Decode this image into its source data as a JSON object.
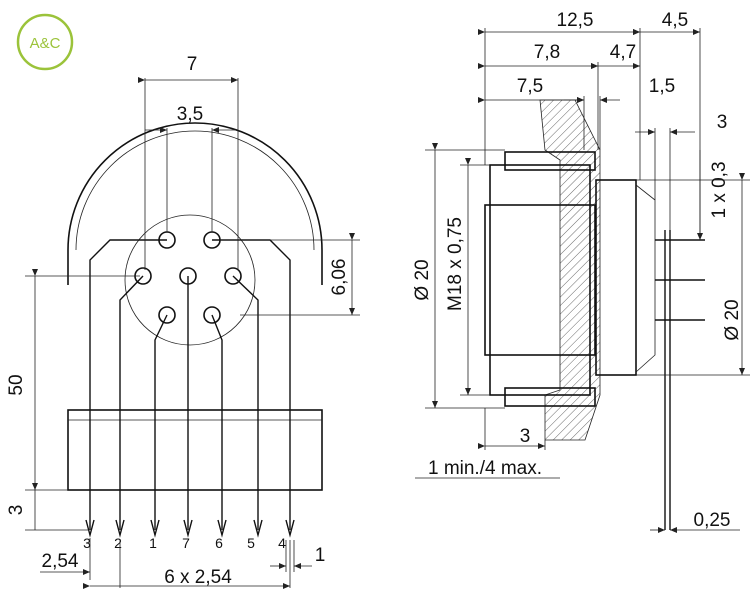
{
  "logo": {
    "text": "A&C",
    "color": "#9bc33a"
  },
  "front_view": {
    "dims": {
      "pitch_outer": "7",
      "pitch_inner": "3,5",
      "height_total": "50",
      "lead_length": "3",
      "edge_offset": "2,54",
      "row_pitch": "6 x 2,54",
      "pin_width": "1",
      "vertical_offset": "6,06"
    },
    "pin_labels": [
      "3",
      "2",
      "1",
      "7",
      "6",
      "5",
      "4"
    ]
  },
  "side_view": {
    "dims": {
      "depth_total": "12,5",
      "flange_front": "4,5",
      "thread_depth": "7,8",
      "nut_depth": "4,7",
      "body_depth": "7,5",
      "flange_gap": "1,5",
      "panel_offset": "3",
      "pin_pitch": "1 x 0,3",
      "diameter_front": "Ø 20",
      "thread": "M18 x 0,75",
      "diameter_rear": "Ø 20",
      "panel_thickness": "3",
      "panel_range": "1 min./4 max.",
      "lead_thickness": "0,25"
    }
  }
}
